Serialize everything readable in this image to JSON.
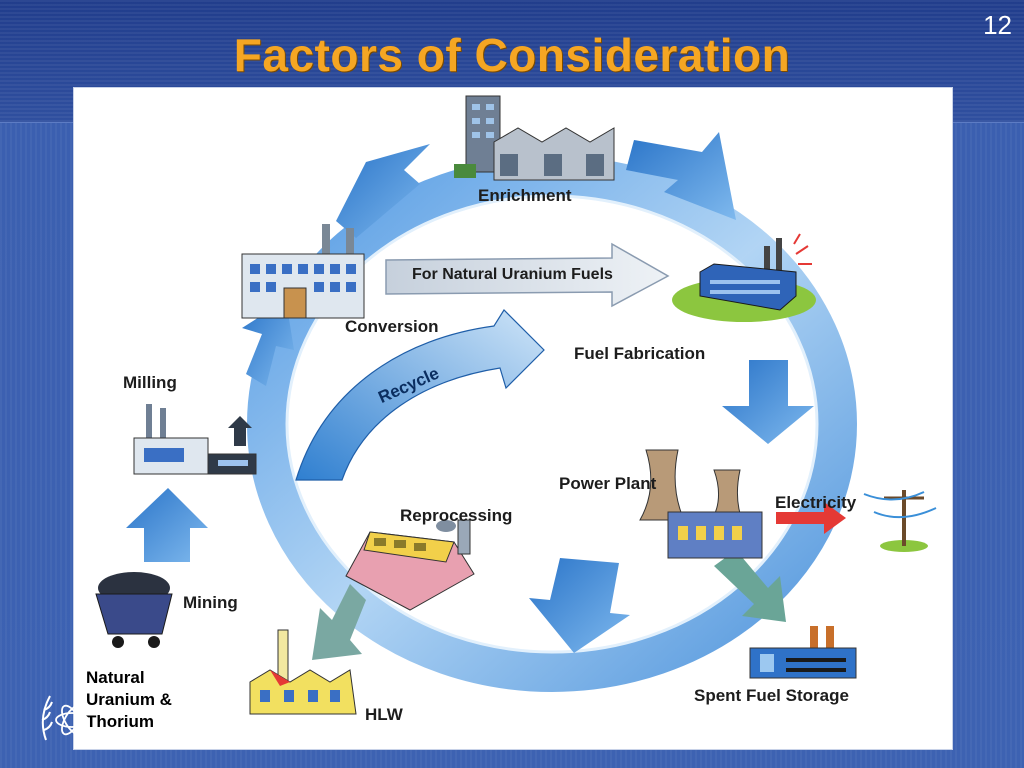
{
  "slide": {
    "number": "12",
    "title": "Factors of Consideration"
  },
  "diagram": {
    "nodes": {
      "enrichment": "Enrichment",
      "fuel_fabrication": "Fuel Fabrication",
      "power_plant": "Power Plant",
      "electricity": "Electricity",
      "spent_fuel_storage": "Spent Fuel Storage",
      "reprocessing": "Reprocessing",
      "hlw": "HLW",
      "mining": "Mining",
      "milling": "Milling",
      "conversion": "Conversion",
      "natural": "Natural\nUranium &\nThorium"
    },
    "arrows": {
      "natural_uranium_fuels": "For Natural Uranium Fuels",
      "recycle": "Recycle"
    }
  },
  "colors": {
    "title": "#f5a623",
    "cycle_dark": "#2f7fd0",
    "cycle_light": "#cfe5f8",
    "electricity_arrow": "#e53935",
    "storage_arrow": "#5e9a8c"
  }
}
